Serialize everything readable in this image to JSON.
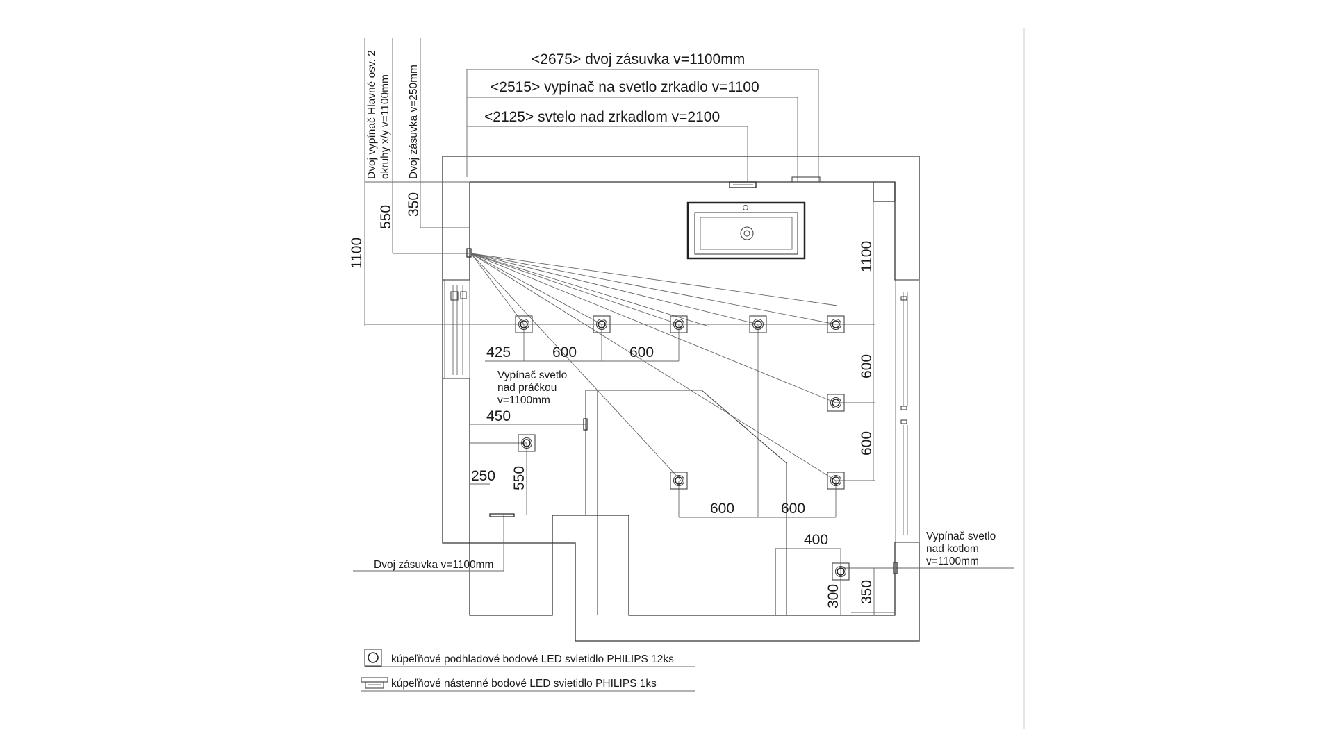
{
  "dimensions_top": {
    "d2675": "<2675> dvoj zásuvka v=1100mm",
    "d2515": "<2515> vypínač na svetlo zrkadlo v=1100",
    "d2125": "<2125> svtelo nad zrkadlom v=2100"
  },
  "vertical_notes": {
    "switch_line1": "Dvoj vypínač Hlavné osv. 2",
    "switch_line2": "okruhy x/y v=1100mm",
    "socket_250": "Dvoj zásuvka v=250mm"
  },
  "dims": {
    "left_1100": "1100",
    "left_550": "550",
    "left_350": "350",
    "right_1100": "1100",
    "h425": "425",
    "h600a": "600",
    "h600b": "600",
    "v600a": "600",
    "v600b": "600",
    "h450": "450",
    "h250": "250",
    "v550": "550",
    "b600a": "600",
    "b600b": "600",
    "h400": "400",
    "v300": "300",
    "v350": "350"
  },
  "notes": {
    "washer_switch": [
      "Vypínač svetlo",
      "nad práčkou",
      "v=1100mm"
    ],
    "boiler_switch": [
      "Vypínač svetlo",
      "nad kotlom",
      "v=1100mm"
    ],
    "socket_bottom": "Dvoj zásuvka v=1100mm"
  },
  "legend": {
    "ceiling": "kúpeľňové podhladové bodové LED svietidlo PHILIPS 12ks",
    "wall": "kúpeľňové nástenné bodové LED svietidlo PHILIPS 1ks"
  }
}
